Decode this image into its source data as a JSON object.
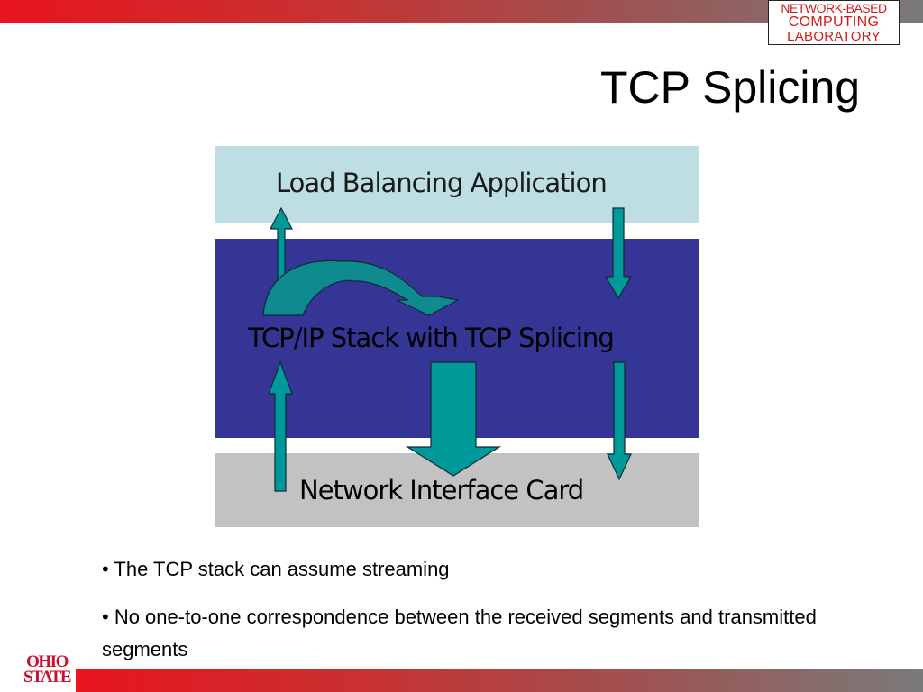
{
  "header": {
    "lab_logo": {
      "line1": "NETWORK-BASED",
      "line2": "COMPUTING",
      "line3": "LABORATORY"
    },
    "title": "TCP Splicing"
  },
  "diagram": {
    "layers": {
      "application": "Load Balancing Application",
      "stack": "TCP/IP Stack with TCP Splicing",
      "nic": "Network Interface Card"
    }
  },
  "bullets": [
    "• The TCP stack can assume streaming",
    "• No one-to-one correspondence between the received segments and transmitted segments"
  ],
  "footer": {
    "university_logo": {
      "line1": "OHIO",
      "line2": "STATE"
    }
  },
  "colors": {
    "brand_red": "#e8141e",
    "layer_application": "#bddee2",
    "layer_stack": "#353595",
    "layer_nic": "#c2c2c2",
    "arrow_fill": "#009999"
  }
}
